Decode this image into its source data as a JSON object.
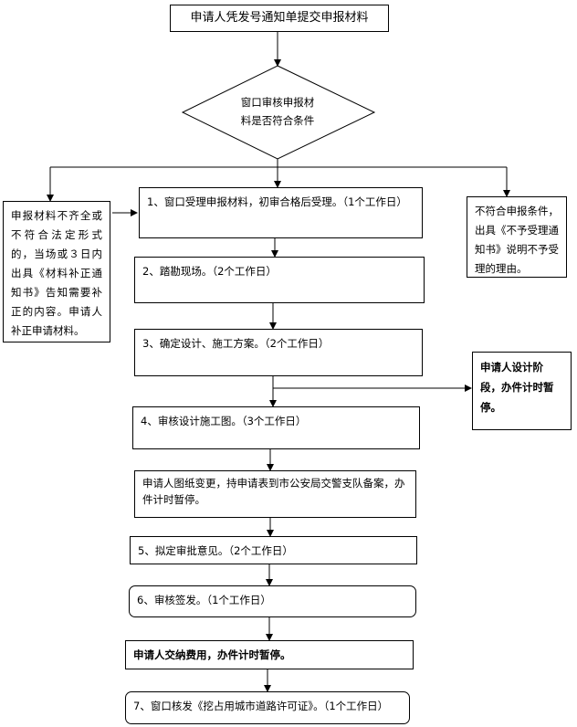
{
  "start": "申请人凭发号通知单提交申报材料",
  "decision": {
    "line1": "窗口审核申报材",
    "line2": "料是否符合条件"
  },
  "left_note": "申报材料不齐全或不符合法定形式的，当场或３日内出具《材料补正通知书》告知需要补正的内容。申请人补正申请材料。",
  "right_note": "不符合申报条件，出具《不予受理通知书》说明不予受理的理由。",
  "pause_note": "申请人设计阶段，办件计时暂停。",
  "steps": [
    "1、窗口受理申报材料，初审合格后受理。（1个工作日）",
    "2、踏勘现场。（2个工作日）",
    "3、确定设计、施工方案。（2个工作日）",
    "4、审核设计施工图。（3个工作日）",
    "申请人图纸变更，持申请表到市公安局交警支队备案，办件计时暂停。",
    "5、拟定审批意见。（2个工作日）",
    "6、审核签发。（1个工作日）",
    "申请人交纳费用，办件计时暂停。",
    "7、窗口核发《挖占用城市道路许可证》。（1个工作日）"
  ]
}
